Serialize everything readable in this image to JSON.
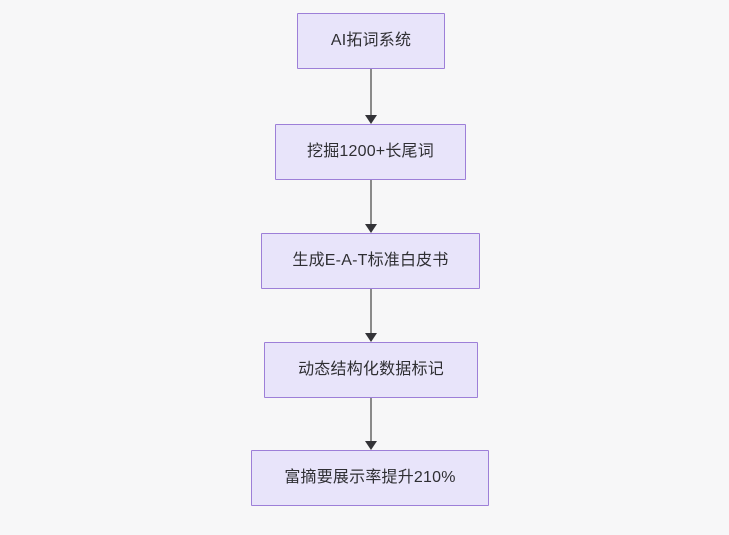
{
  "diagram": {
    "type": "flowchart",
    "direction": "top-to-bottom",
    "background_color": "#f7f7f8",
    "node_fill_color": "#e8e4fa",
    "node_border_color": "#9d7fd8",
    "node_text_color": "#2f2f33",
    "edge_line_color": "#8a8a8a",
    "edge_arrow_color": "#333338",
    "nodes": [
      {
        "id": "node-0",
        "label": "AI拓词系统"
      },
      {
        "id": "node-1",
        "label": "挖掘1200+长尾词"
      },
      {
        "id": "node-2",
        "label": "生成E-A-T标准白皮书"
      },
      {
        "id": "node-3",
        "label": "动态结构化数据标记"
      },
      {
        "id": "node-4",
        "label": "富摘要展示率提升210%"
      }
    ],
    "edges": [
      {
        "id": "edge-0",
        "from": "node-0",
        "to": "node-1",
        "arrow": "arrow-down-icon"
      },
      {
        "id": "edge-1",
        "from": "node-1",
        "to": "node-2",
        "arrow": "arrow-down-icon"
      },
      {
        "id": "edge-2",
        "from": "node-2",
        "to": "node-3",
        "arrow": "arrow-down-icon"
      },
      {
        "id": "edge-3",
        "from": "node-3",
        "to": "node-4",
        "arrow": "arrow-down-icon"
      }
    ]
  }
}
